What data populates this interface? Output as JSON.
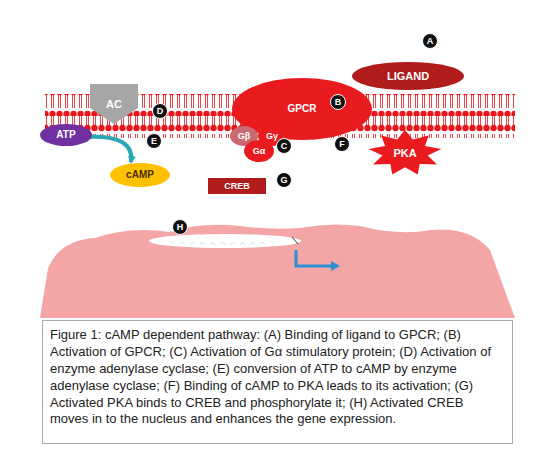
{
  "diagram": {
    "caption": "Figure 1: cAMP dependent pathway: (A) Binding of ligand to GPCR; (B) Activation of GPCR; (C) Activation of Gα stimulatory protein; (D) Activation of enzyme adenylase cyclase; (E) conversion of ATP to cAMP by enzyme adenylase cyclase; (F) Binding of cAMP to PKA leads to its activation; (G) Activated PKA binds to CREB and phosphorylate it; (H) Activated CREB moves in to the nucleus and enhances the gene expression.",
    "nodes": [
      {
        "text": [
          "LIGAND"
        ]
      },
      {
        "text": [
          "GPCR"
        ]
      },
      {
        "text": [
          "AC"
        ]
      },
      {
        "text": [
          "ATP"
        ]
      },
      {
        "text": [
          "cAMP"
        ]
      },
      {
        "text": [
          "Gβ"
        ]
      },
      {
        "text": [
          "Gγ"
        ]
      },
      {
        "text": [
          "Gα"
        ]
      },
      {
        "text": [
          "PKA"
        ]
      },
      {
        "text": [
          "CREB"
        ]
      }
    ],
    "edges": [
      {
        "from": 3,
        "to": 4,
        "arrow": "to"
      }
    ],
    "labels": [
      "A",
      "B",
      "C",
      "D",
      "E",
      "F",
      "G",
      "H"
    ]
  }
}
